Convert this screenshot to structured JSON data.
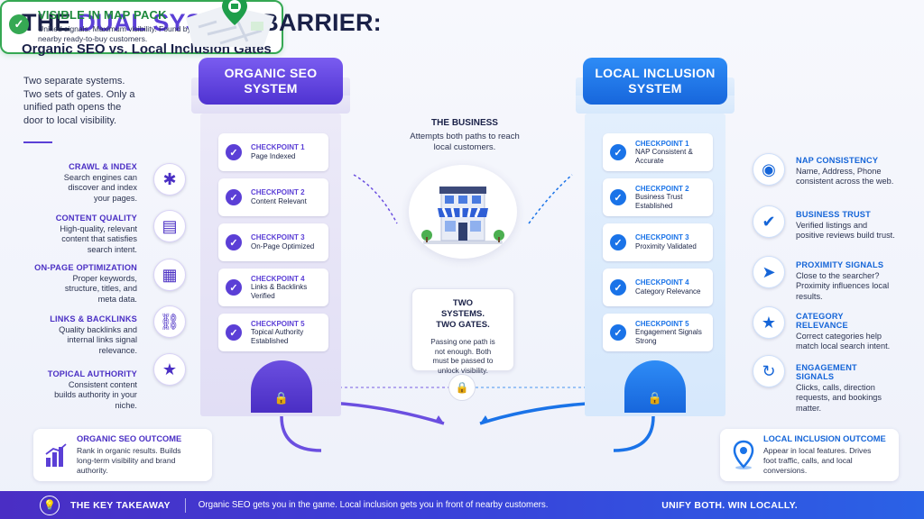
{
  "header": {
    "title_main": "THE ",
    "title_accent": "DUAL SYSTEM",
    "title_end": " BARRIER:",
    "subtitle": "Organic SEO vs. Local Inclusion Gates",
    "intro": "Two separate systems. Two sets of gates. Only a unified path opens the door to local visibility."
  },
  "colors": {
    "organic": "#5b3fd6",
    "local": "#1a73e8",
    "success": "#35a853",
    "footer": "#3b3fd8"
  },
  "organic": {
    "banner_line1": "ORGANIC SEO",
    "banner_line2": "SYSTEM",
    "checkpoints": [
      {
        "label": "CHECKPOINT 1",
        "text": "Page Indexed"
      },
      {
        "label": "CHECKPOINT 2",
        "text": "Content Relevant"
      },
      {
        "label": "CHECKPOINT 3",
        "text": "On-Page Optimized"
      },
      {
        "label": "CHECKPOINT 4",
        "text": "Links & Backlinks Verified"
      },
      {
        "label": "CHECKPOINT 5",
        "text": "Topical Authority Established"
      }
    ],
    "factors": [
      {
        "title": "CRAWL & INDEX",
        "desc": "Search engines can discover and index your pages.",
        "icon": "bug-icon"
      },
      {
        "title": "CONTENT QUALITY",
        "desc": "High-quality, relevant content that satisfies search intent.",
        "icon": "document-icon"
      },
      {
        "title": "ON-PAGE OPTIMIZATION",
        "desc": "Proper keywords, structure, titles, and meta data.",
        "icon": "browser-window-icon"
      },
      {
        "title": "LINKS & BACKLINKS",
        "desc": "Quality backlinks and internal links signal relevance.",
        "icon": "link-icon"
      },
      {
        "title": "TOPICAL AUTHORITY",
        "desc": "Consistent content builds authority in your niche.",
        "icon": "shield-star-icon"
      }
    ],
    "outcome_title": "ORGANIC SEO OUTCOME",
    "outcome_desc": "Rank in organic results. Builds long-term visibility and brand authority."
  },
  "local": {
    "banner_line1": "LOCAL INCLUSION",
    "banner_line2": "SYSTEM",
    "checkpoints": [
      {
        "label": "CHECKPOINT 1",
        "text": "NAP Consistent & Accurate"
      },
      {
        "label": "CHECKPOINT 2",
        "text": "Business Trust Established"
      },
      {
        "label": "CHECKPOINT 3",
        "text": "Proximity Validated"
      },
      {
        "label": "CHECKPOINT 4",
        "text": "Category Relevance"
      },
      {
        "label": "CHECKPOINT 5",
        "text": "Engagement Signals Strong"
      }
    ],
    "factors": [
      {
        "title": "NAP CONSISTENCY",
        "desc": "Name, Address, Phone consistent across the web.",
        "icon": "location-pin-icon"
      },
      {
        "title": "BUSINESS TRUST",
        "desc": "Verified listings and positive reviews build trust.",
        "icon": "shield-check-icon"
      },
      {
        "title": "PROXIMITY SIGNALS",
        "desc": "Close to the searcher? Proximity influences local results.",
        "icon": "navigation-arrow-icon"
      },
      {
        "title": "CATEGORY RELEVANCE",
        "desc": "Correct categories help match local search intent.",
        "icon": "star-icon"
      },
      {
        "title": "ENGAGEMENT SIGNALS",
        "desc": "Clicks, calls, direction requests, and bookings matter.",
        "icon": "clock-refresh-icon"
      }
    ],
    "outcome_title": "LOCAL INCLUSION OUTCOME",
    "outcome_desc": "Appear in local features. Drives foot traffic, calls, and local conversions."
  },
  "center": {
    "business_title": "THE BUSINESS",
    "business_desc": "Attempts both paths to reach local customers.",
    "two_title": "TWO SYSTEMS. TWO GATES.",
    "two_desc": "Passing one path is not enough. Both must be passed to unlock visibility."
  },
  "visible": {
    "title": "VISIBLE IN MAP PACK",
    "desc": "Unified signals. Maximum visibility. Found by nearby ready-to-buy customers."
  },
  "footer": {
    "key": "THE KEY TAKEAWAY",
    "message": "Organic SEO gets you in the game. Local inclusion gets you in front of nearby customers.",
    "cta": "UNIFY BOTH. WIN LOCALLY."
  }
}
